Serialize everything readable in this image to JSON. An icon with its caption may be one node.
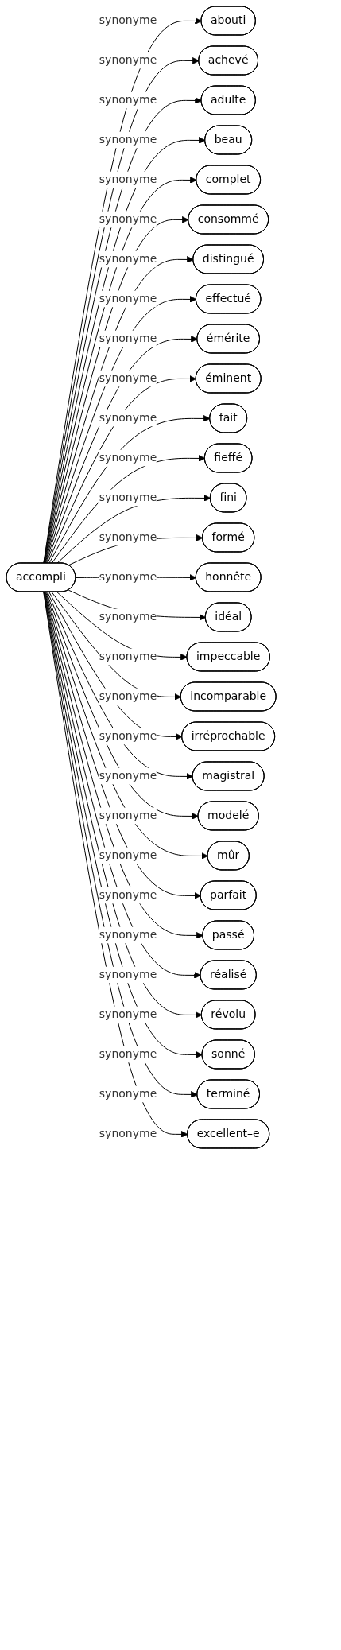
{
  "diagram": {
    "nodes": [
      {
        "text": [
          "accompli"
        ]
      },
      {
        "text": [
          "abouti"
        ]
      },
      {
        "text": [
          "achevé"
        ]
      },
      {
        "text": [
          "adulte"
        ]
      },
      {
        "text": [
          "beau"
        ]
      },
      {
        "text": [
          "complet"
        ]
      },
      {
        "text": [
          "consommé"
        ]
      },
      {
        "text": [
          "distingué"
        ]
      },
      {
        "text": [
          "effectué"
        ]
      },
      {
        "text": [
          "émérite"
        ]
      },
      {
        "text": [
          "éminent"
        ]
      },
      {
        "text": [
          "fait"
        ]
      },
      {
        "text": [
          "fieffé"
        ]
      },
      {
        "text": [
          "fini"
        ]
      },
      {
        "text": [
          "formé"
        ]
      },
      {
        "text": [
          "honnête"
        ]
      },
      {
        "text": [
          "idéal"
        ]
      },
      {
        "text": [
          "impeccable"
        ]
      },
      {
        "text": [
          "incomparable"
        ]
      },
      {
        "text": [
          "irréprochable"
        ]
      },
      {
        "text": [
          "magistral"
        ]
      },
      {
        "text": [
          "modelé"
        ]
      },
      {
        "text": [
          "mûr"
        ]
      },
      {
        "text": [
          "parfait"
        ]
      },
      {
        "text": [
          "passé"
        ]
      },
      {
        "text": [
          "réalisé"
        ]
      },
      {
        "text": [
          "révolu"
        ]
      },
      {
        "text": [
          "sonné"
        ]
      },
      {
        "text": [
          "terminé"
        ]
      },
      {
        "text": [
          "excellent–e"
        ]
      }
    ],
    "edges": [
      {
        "from": 0,
        "to": 1,
        "arrow": "to",
        "label": "synonyme"
      },
      {
        "from": 0,
        "to": 2,
        "arrow": "to",
        "label": "synonyme"
      },
      {
        "from": 0,
        "to": 3,
        "arrow": "to",
        "label": "synonyme"
      },
      {
        "from": 0,
        "to": 4,
        "arrow": "to",
        "label": "synonyme"
      },
      {
        "from": 0,
        "to": 5,
        "arrow": "to",
        "label": "synonyme"
      },
      {
        "from": 0,
        "to": 6,
        "arrow": "to",
        "label": "synonyme"
      },
      {
        "from": 0,
        "to": 7,
        "arrow": "to",
        "label": "synonyme"
      },
      {
        "from": 0,
        "to": 8,
        "arrow": "to",
        "label": "synonyme"
      },
      {
        "from": 0,
        "to": 9,
        "arrow": "to",
        "label": "synonyme"
      },
      {
        "from": 0,
        "to": 10,
        "arrow": "to",
        "label": "synonyme"
      },
      {
        "from": 0,
        "to": 11,
        "arrow": "to",
        "label": "synonyme"
      },
      {
        "from": 0,
        "to": 12,
        "arrow": "to",
        "label": "synonyme"
      },
      {
        "from": 0,
        "to": 13,
        "arrow": "to",
        "label": "synonyme"
      },
      {
        "from": 0,
        "to": 14,
        "arrow": "to",
        "label": "synonyme"
      },
      {
        "from": 0,
        "to": 15,
        "arrow": "to",
        "label": "synonyme"
      },
      {
        "from": 0,
        "to": 16,
        "arrow": "to",
        "label": "synonyme"
      },
      {
        "from": 0,
        "to": 17,
        "arrow": "to",
        "label": "synonyme"
      },
      {
        "from": 0,
        "to": 18,
        "arrow": "to",
        "label": "synonyme"
      },
      {
        "from": 0,
        "to": 19,
        "arrow": "to",
        "label": "synonyme"
      },
      {
        "from": 0,
        "to": 20,
        "arrow": "to",
        "label": "synonyme"
      },
      {
        "from": 0,
        "to": 21,
        "arrow": "to",
        "label": "synonyme"
      },
      {
        "from": 0,
        "to": 22,
        "arrow": "to",
        "label": "synonyme"
      },
      {
        "from": 0,
        "to": 23,
        "arrow": "to",
        "label": "synonyme"
      },
      {
        "from": 0,
        "to": 24,
        "arrow": "to",
        "label": "synonyme"
      },
      {
        "from": 0,
        "to": 25,
        "arrow": "to",
        "label": "synonyme"
      },
      {
        "from": 0,
        "to": 26,
        "arrow": "to",
        "label": "synonyme"
      },
      {
        "from": 0,
        "to": 27,
        "arrow": "to",
        "label": "synonyme"
      },
      {
        "from": 0,
        "to": 28,
        "arrow": "to",
        "label": "synonyme"
      },
      {
        "from": 0,
        "to": 29,
        "arrow": "to",
        "label": "synonyme"
      }
    ]
  }
}
